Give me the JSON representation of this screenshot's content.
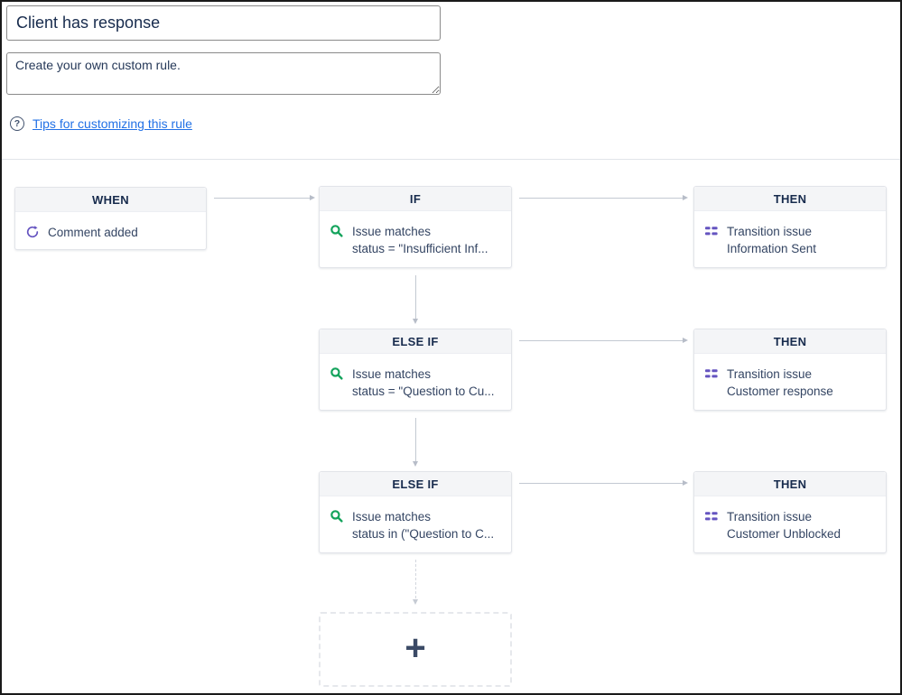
{
  "colors": {
    "accent_purple": "#6554c0",
    "accent_green": "#14a35c",
    "link_blue": "#2271e6",
    "text_dark": "#172b4d",
    "text_body": "#344563",
    "header_bg": "#f4f5f7"
  },
  "form": {
    "rule_name_value": "Client has response",
    "rule_description_value": "Create your own custom rule.",
    "help_icon_glyph": "?",
    "tips_link_label": "Tips for customizing this rule"
  },
  "flow": {
    "when": {
      "header": "WHEN",
      "title": "Comment added",
      "icon": "refresh-icon"
    },
    "conditions": [
      {
        "header": "IF",
        "title": "Issue matches",
        "detail": "status = \"Insufficient Inf...",
        "icon": "search-icon"
      },
      {
        "header": "ELSE IF",
        "title": "Issue matches",
        "detail": "status = \"Question to Cu...",
        "icon": "search-icon"
      },
      {
        "header": "ELSE IF",
        "title": "Issue matches",
        "detail": "status in (\"Question to C...",
        "icon": "search-icon"
      }
    ],
    "actions": [
      {
        "header": "THEN",
        "title": "Transition issue",
        "detail": "Information Sent",
        "icon": "transition-icon"
      },
      {
        "header": "THEN",
        "title": "Transition issue",
        "detail": "Customer response",
        "icon": "transition-icon"
      },
      {
        "header": "THEN",
        "title": "Transition issue",
        "detail": "Customer Unblocked",
        "icon": "transition-icon"
      }
    ],
    "add_button_label": "+"
  }
}
